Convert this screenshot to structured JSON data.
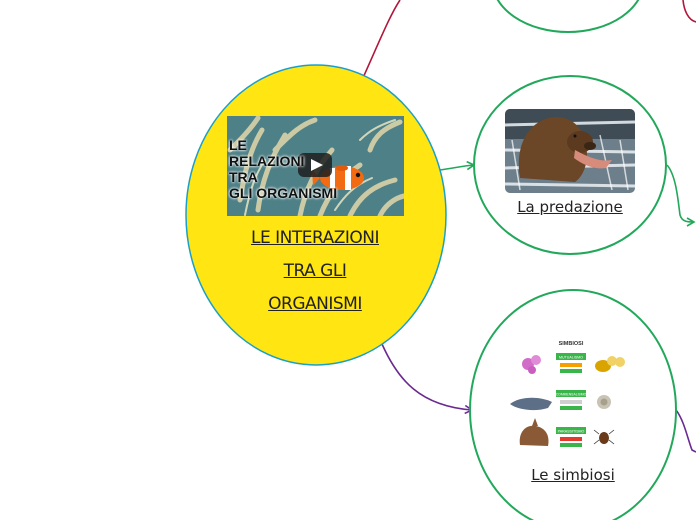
{
  "center": {
    "video_title_lines": [
      "LE",
      "RELAZIONI",
      "TRA",
      "GLI ORGANISMI"
    ],
    "label_lines": [
      "LE INTERAZIONI",
      "TRA GLI",
      "ORGANISMI"
    ],
    "fill_color": "#ffe512",
    "border_color": "#1aa0c8"
  },
  "predazione": {
    "label": "La predazione"
  },
  "simbiosi": {
    "label": "Le simbiosi",
    "infographic_title": "SIMBIOSI",
    "types": [
      "MUTUALISMO",
      "COMMENSALISMO",
      "PARASSITISMO"
    ]
  },
  "colors": {
    "node_border": "#22a85a",
    "branch_red": "#b0173a",
    "branch_green": "#22a85a",
    "branch_purple": "#6a2a90"
  },
  "icons": [
    "play-icon"
  ]
}
